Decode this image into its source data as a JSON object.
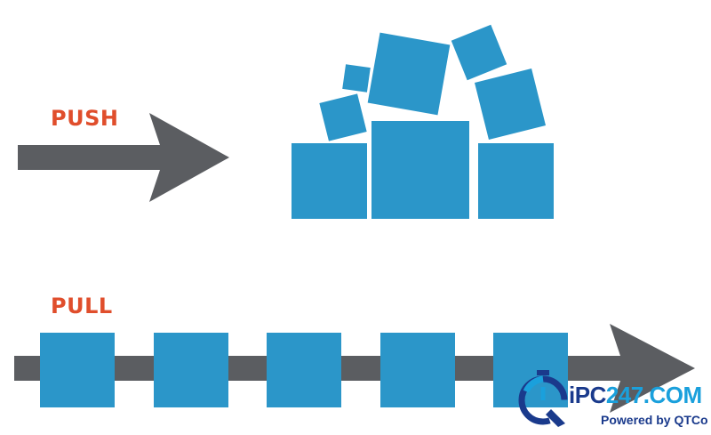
{
  "push": {
    "label": "PUSH"
  },
  "pull": {
    "label": "PULL"
  },
  "watermark": {
    "brand_part1": "iPC",
    "brand_part2": "247.COM",
    "tagline": "Powered by QTCo"
  },
  "colors": {
    "label": "#e04e2c",
    "arrow": "#5b5d61",
    "box": "#2b96c9",
    "brand_dark": "#1a3a8c",
    "brand_light": "#1aa0dc"
  },
  "icons": {
    "watermark_logo": "stopwatch-q-logo-icon"
  }
}
